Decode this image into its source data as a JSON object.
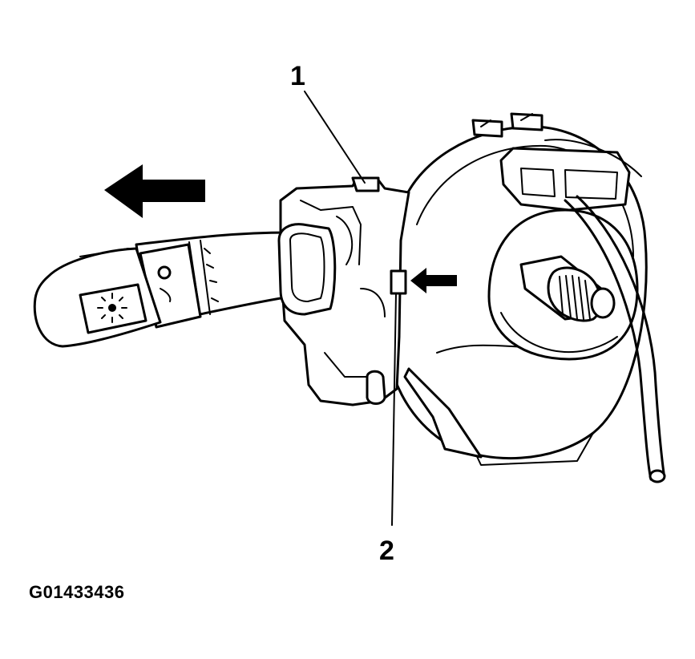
{
  "callouts": [
    {
      "label": "1"
    },
    {
      "label": "2"
    }
  ],
  "figure_id": "G01433436",
  "arrows": [
    {
      "direction": "left"
    },
    {
      "direction": "left"
    }
  ]
}
